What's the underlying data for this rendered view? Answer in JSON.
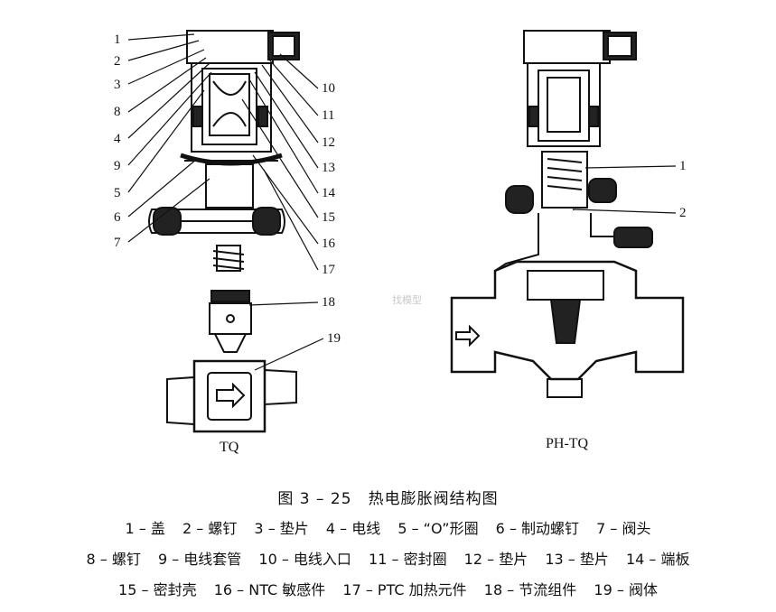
{
  "figure": {
    "left_callouts": [
      "1",
      "2",
      "3",
      "8",
      "4",
      "9",
      "5",
      "6",
      "7"
    ],
    "right_callouts": [
      "10",
      "11",
      "12",
      "13",
      "14",
      "15",
      "16",
      "17"
    ],
    "lower_callouts": [
      "18",
      "19"
    ],
    "ph_callouts": [
      "1",
      "2"
    ],
    "left_name": "TQ",
    "right_name": "PH-TQ",
    "watermark": "找模型"
  },
  "caption": {
    "title": "图 3 – 25　热电膨胀阀结构图",
    "legend_lines": [
      [
        "1 – 盖",
        "2 – 螺钉",
        "3 – 垫片",
        "4 – 电线",
        "5 – “O”形圈",
        "6 – 制动螺钉",
        "7 – 阀头"
      ],
      [
        "8 – 螺钉",
        "9 – 电线套管",
        "10 – 电线入口",
        "11 – 密封圈",
        "12 – 垫片",
        "13 – 垫片",
        "14 – 端板"
      ],
      [
        "15 – 密封壳",
        "16 – NTC 敏感件",
        "17 – PTC 加热元件",
        "18 – 节流组件",
        "19 – 阀体"
      ]
    ]
  }
}
